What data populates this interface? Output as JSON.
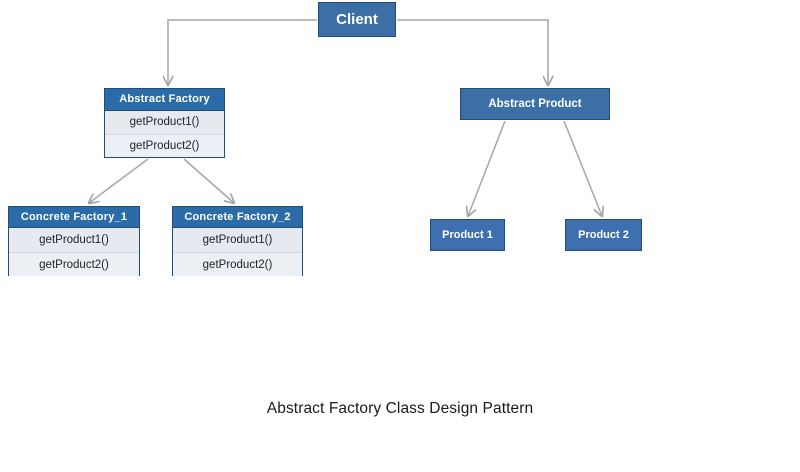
{
  "diagram": {
    "caption": "Abstract Factory Class Design Pattern",
    "colors": {
      "header_blue": "#2b6ca8",
      "solid_blue": "#3b6fa6",
      "product_blue": "#3e6fae",
      "border_navy": "#1f4e79",
      "row_gray": "#e6eaef",
      "row_gray_alt": "#eceff3",
      "connector_gray": "#a6a6a6",
      "background": "#ffffff",
      "caption_text": "#1a1a1a"
    },
    "nodes": {
      "client": {
        "title": "Client"
      },
      "abstract_factory": {
        "title": "Abstract Factory",
        "methods": [
          "getProduct1()",
          "getProduct2()"
        ]
      },
      "abstract_product": {
        "title": "Abstract Product"
      },
      "concrete_factory_1": {
        "title": "Concrete Factory_1",
        "methods": [
          "getProduct1()",
          "getProduct2()"
        ]
      },
      "concrete_factory_2": {
        "title": "Concrete Factory_2",
        "methods": [
          "getProduct1()",
          "getProduct2()"
        ]
      },
      "product_1": {
        "title": "Product 1"
      },
      "product_2": {
        "title": "Product 2"
      }
    },
    "connectors": [
      {
        "from": "client",
        "to": "abstract_factory",
        "style": "orthogonal",
        "arrow": "open"
      },
      {
        "from": "client",
        "to": "abstract_product",
        "style": "orthogonal",
        "arrow": "open"
      },
      {
        "from": "abstract_factory",
        "to": "concrete_factory_1",
        "style": "diagonal",
        "arrow": "open"
      },
      {
        "from": "abstract_factory",
        "to": "concrete_factory_2",
        "style": "diagonal",
        "arrow": "open"
      },
      {
        "from": "abstract_product",
        "to": "product_1",
        "style": "diagonal",
        "arrow": "open"
      },
      {
        "from": "abstract_product",
        "to": "product_2",
        "style": "diagonal",
        "arrow": "open"
      }
    ]
  }
}
